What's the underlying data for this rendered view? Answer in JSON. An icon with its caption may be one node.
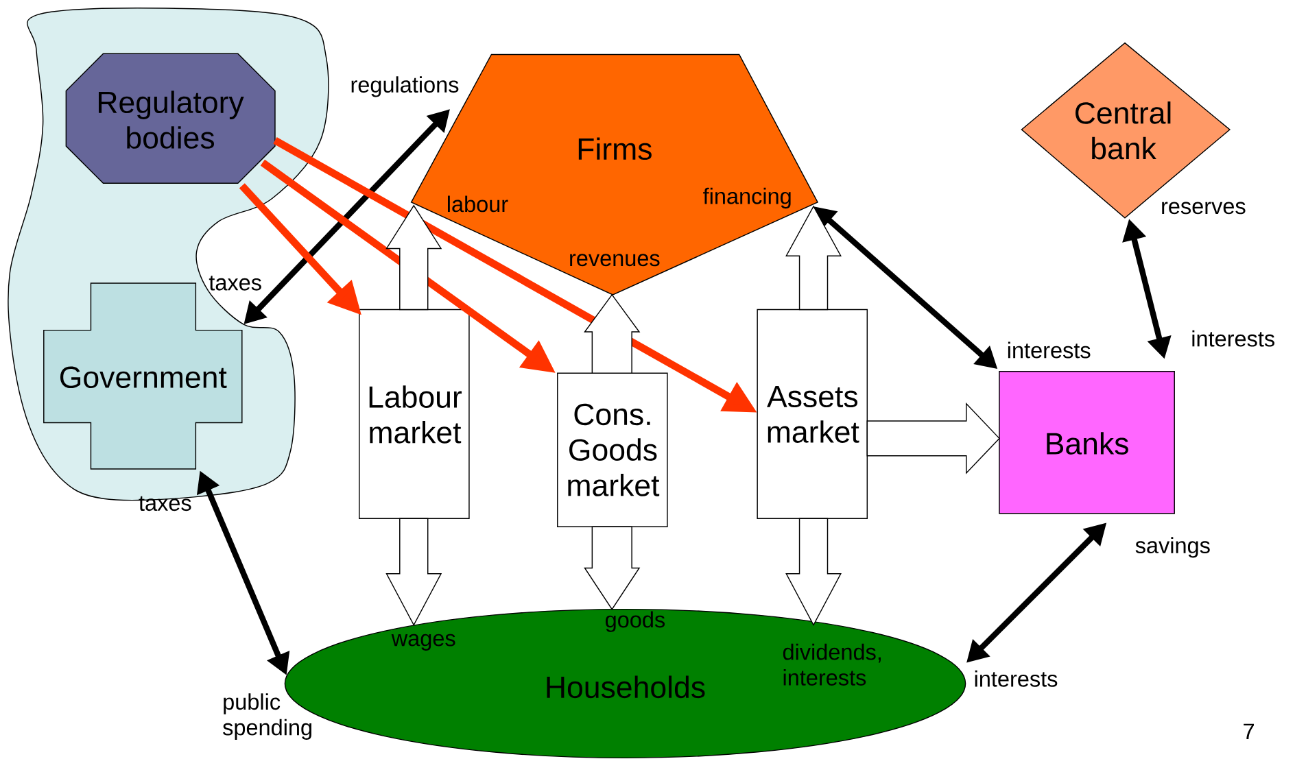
{
  "diagram": {
    "nodes": [
      {
        "text": [],
        "shape": "cloud"
      },
      {
        "text": [
          "Regulatory bodies"
        ],
        "in": 0
      },
      {
        "text": [
          "Firms",
          "labour",
          "financing",
          "revenues"
        ]
      },
      {
        "text": [
          "Central bank"
        ]
      },
      {
        "text": [
          "Government"
        ],
        "in": 0
      },
      {
        "text": [
          "Labour market"
        ]
      },
      {
        "text": [
          "Cons. Goods market"
        ]
      },
      {
        "text": [
          "Assets market"
        ]
      },
      {
        "text": [
          "Banks"
        ]
      },
      {
        "text": [
          "Households",
          "wages",
          "goods",
          "dividends, interests"
        ]
      }
    ],
    "edges": [
      {
        "from": 2,
        "to": 4,
        "arrow": "both"
      },
      {
        "from": 1,
        "to": 5,
        "arrow": "to",
        "color": "#ff3300"
      },
      {
        "from": 1,
        "to": 6,
        "arrow": "to",
        "color": "#ff3300"
      },
      {
        "from": 1,
        "to": 7,
        "arrow": "to",
        "color": "#ff3300"
      },
      {
        "from": 2,
        "to": 8,
        "arrow": "both"
      },
      {
        "from": 3,
        "to": 8,
        "arrow": "both"
      },
      {
        "from": 4,
        "to": 9,
        "arrow": "both"
      },
      {
        "from": 8,
        "to": 9,
        "arrow": "both"
      },
      {
        "from": 5,
        "to": 2,
        "arrow": "to",
        "style": "thick"
      },
      {
        "from": 5,
        "to": 9,
        "arrow": "to",
        "style": "thick"
      },
      {
        "from": 6,
        "to": 2,
        "arrow": "to",
        "style": "thick"
      },
      {
        "from": 6,
        "to": 9,
        "arrow": "to",
        "style": "thick"
      },
      {
        "from": 7,
        "to": 2,
        "arrow": "to",
        "style": "thick"
      },
      {
        "from": 7,
        "to": 9,
        "arrow": "to",
        "style": "thick"
      },
      {
        "from": 7,
        "to": 8,
        "arrow": "to",
        "style": "thick"
      }
    ],
    "labels": [
      "regulations",
      "reserves",
      "taxes",
      "interests",
      "interests",
      "taxes",
      "savings",
      "interests",
      "public spending",
      "7"
    ]
  }
}
